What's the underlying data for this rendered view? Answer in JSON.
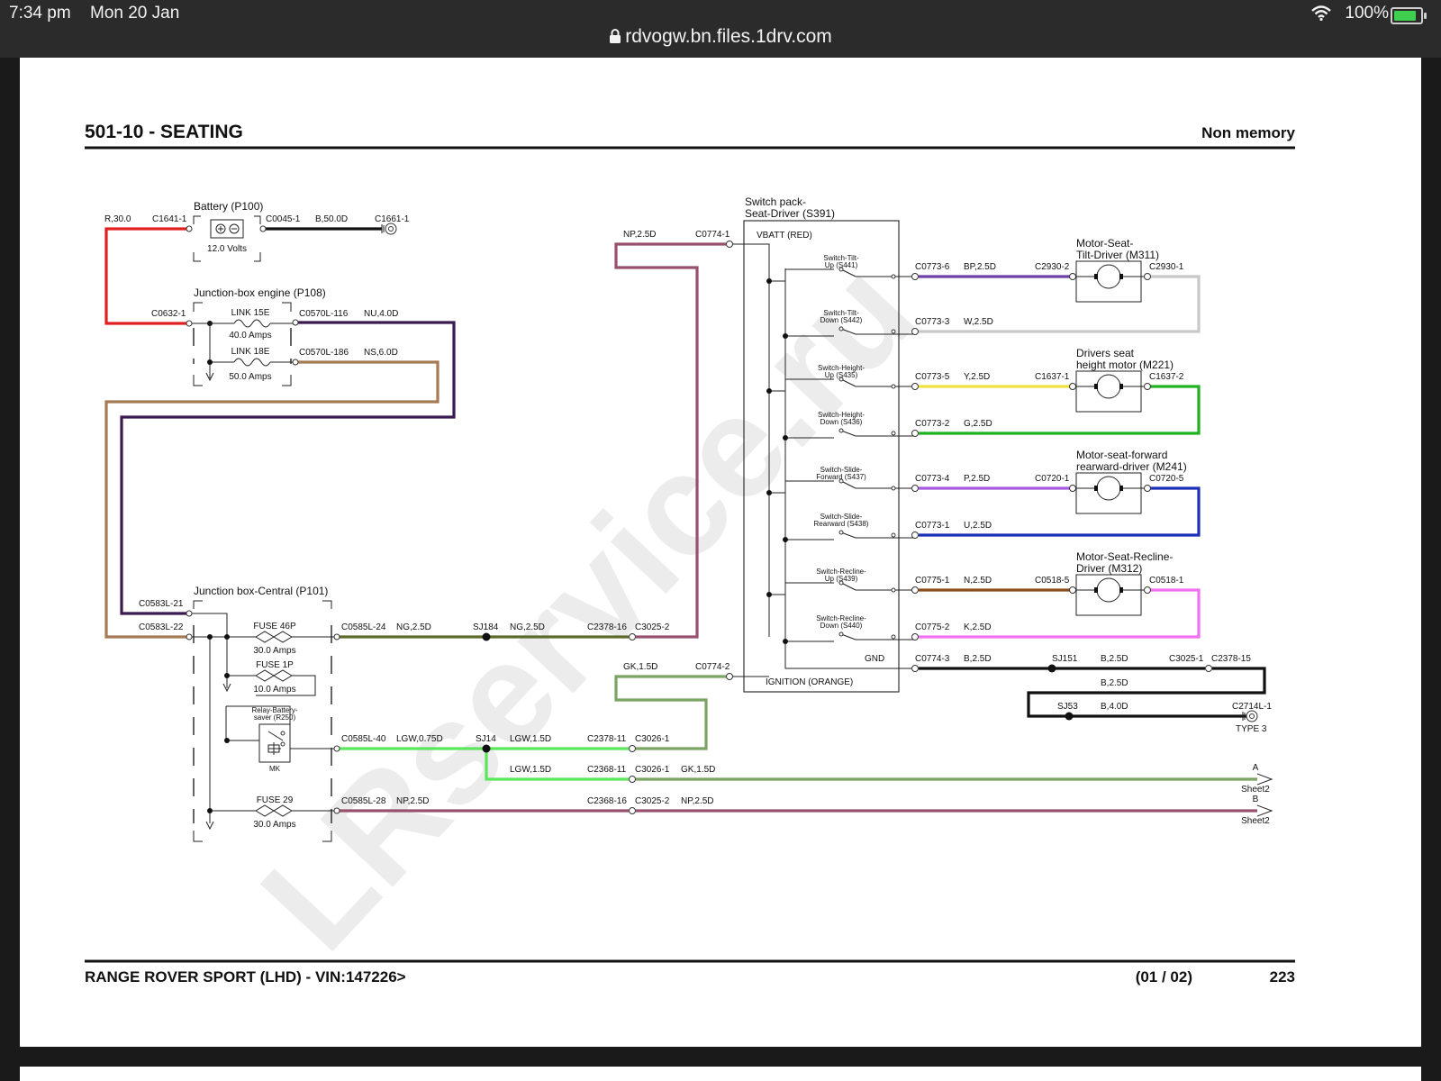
{
  "status_bar": {
    "time": "7:34 pm",
    "date": "Mon 20 Jan",
    "url": "rdvogw.bn.files.1drv.com",
    "battery": "100%",
    "icons": [
      "wifi-icon",
      "battery-icon",
      "lock-icon"
    ]
  },
  "header": {
    "title": "501-10 - SEATING",
    "subtitle": "Non memory"
  },
  "footer": {
    "vehicle": "RANGE ROVER SPORT  (LHD) - VIN:147226>",
    "sheet": "(01 / 02)",
    "page": "223"
  },
  "watermark": "LRservice.ru",
  "colors": {
    "red": "#e02020",
    "black": "#111111",
    "purple_dark": "#3b1a52",
    "brown": "#a57a55",
    "pink_brown": "#a05a78",
    "np": "#98506f",
    "olive": "#5d6b2a",
    "green_light": "#5be65b",
    "green_gray": "#7ba462",
    "violet": "#6e3fa6",
    "gray": "#bbbbbb",
    "yellow": "#f0e040",
    "green": "#20b020",
    "purple_light": "#a85ae0",
    "blue": "#1c2fb8",
    "orange_brown": "#8a4e1c",
    "magenta": "#f070f0"
  },
  "diagram": {
    "battery": {
      "name": "Battery (P100)",
      "voltage": "12.0 Volts",
      "left_pin": "C1641-1",
      "right_pin": "C0045-1",
      "left_wire": "R,30.0",
      "right_wire": "B,50.0D",
      "ground": "C1661-1"
    },
    "jb_engine": {
      "name": "Junction-box engine (P108)",
      "input_pin": "C0632-1",
      "links": [
        {
          "name": "LINK 15E",
          "rating": "40.0 Amps",
          "out_pin": "C0570L-116",
          "wire": "NU,4.0D"
        },
        {
          "name": "LINK 18E",
          "rating": "50.0 Amps",
          "out_pin": "C0570L-186",
          "wire": "NS,6.0D"
        }
      ]
    },
    "jb_central": {
      "name": "Junction box-Central (P101)",
      "in_pin_1": "C0583L-21",
      "in_pin_2": "C0583L-22",
      "fuses": [
        {
          "name": "FUSE 46P",
          "rating": "30.0 Amps",
          "pin": "C0585L-24",
          "wire": "NG,2.5D"
        },
        {
          "name": "FUSE 1P",
          "rating": "10.0 Amps"
        },
        {
          "name": "FUSE 29",
          "rating": "30.0 Amps",
          "pin": "C0585L-28",
          "wire": "NP,2.5D"
        }
      ],
      "relay": {
        "name": "Relay-Battery-saver (R250)",
        "code": "MK",
        "pin": "C0585L-40",
        "wire": "LGW,0.75D"
      }
    },
    "splices": {
      "sj184": {
        "name": "SJ184",
        "wire": "NG,2.5D",
        "pin_a": "C2378-16",
        "pin_b": "C3025-2"
      },
      "sj14": {
        "name": "SJ14",
        "wire": "LGW,1.5D",
        "pin_a": "C2378-11",
        "pin_b": "C3026-1"
      },
      "sj14_branch": {
        "wire": "LGW,1.5D",
        "pin_a": "C2368-11",
        "pin_b": "C3026-1",
        "out_wire": "GK,1.5D",
        "arrow": "A",
        "dest": "Sheet2"
      },
      "fuse29_line": {
        "pin_a": "C2368-16",
        "pin_b": "C3025-2",
        "out_wire": "NP,2.5D",
        "arrow": "B",
        "dest": "Sheet2"
      }
    },
    "switch_pack": {
      "name_line1": "Switch pack-",
      "name_line2": "Seat-Driver (S391)",
      "vbatt": "VBATT (RED)",
      "ignition": "IGNITION (ORANGE)",
      "gnd": "GND",
      "vbatt_pin": "C0774-1",
      "vbatt_wire": "NP,2.5D",
      "ign_pin": "C0774-2",
      "ign_wire": "GK,1.5D",
      "switches": [
        {
          "l1": "Switch-Tilt-",
          "l2": "Up (S441)",
          "pin": "C0773-6",
          "wire": "BP,2.5D"
        },
        {
          "l1": "Switch-Tilt-",
          "l2": "Down (S442)",
          "pin": "C0773-3",
          "wire": "W,2.5D"
        },
        {
          "l1": "Switch-Height-",
          "l2": "Up (S435)",
          "pin": "C0773-5",
          "wire": "Y,2.5D"
        },
        {
          "l1": "Switch-Height-",
          "l2": "Down (S436)",
          "pin": "C0773-2",
          "wire": "G,2.5D"
        },
        {
          "l1": "Switch-Slide-",
          "l2": "Forward (S437)",
          "pin": "C0773-4",
          "wire": "P,2.5D"
        },
        {
          "l1": "Switch-Slide-",
          "l2": "Rearward (S438)",
          "pin": "C0773-1",
          "wire": "U,2.5D"
        },
        {
          "l1": "Switch-Recline-",
          "l2": "Up (S439)",
          "pin": "C0775-1",
          "wire": "N,2.5D"
        },
        {
          "l1": "Switch-Recline-",
          "l2": "Down (S440)",
          "pin": "C0775-2",
          "wire": "K,2.5D"
        }
      ],
      "gnd_pin": "C0774-3",
      "gnd_wire": "B,2.5D"
    },
    "motors": [
      {
        "l1": "Motor-Seat-",
        "l2": "Tilt-Driver (M311)",
        "pin_a": "C2930-2",
        "pin_b": "C2930-1"
      },
      {
        "l1": "Drivers seat",
        "l2": "height motor (M221)",
        "pin_a": "C1637-1",
        "pin_b": "C1637-2"
      },
      {
        "l1": "Motor-seat-forward",
        "l2": "rearward-driver (M241)",
        "pin_a": "C0720-1",
        "pin_b": "C0720-5"
      },
      {
        "l1": "Motor-Seat-Recline-",
        "l2": "Driver (M312)",
        "pin_a": "C0518-5",
        "pin_b": "C0518-1"
      }
    ],
    "ground": {
      "sj151": "SJ151",
      "wire_a": "B,2.5D",
      "pin_a": "C3025-1",
      "pin_b": "C2378-15",
      "wire_b": "B,2.5D",
      "sj53": "SJ53",
      "wire_c": "B,4.0D",
      "pin_c": "C2714L-1",
      "type": "TYPE 3"
    }
  }
}
